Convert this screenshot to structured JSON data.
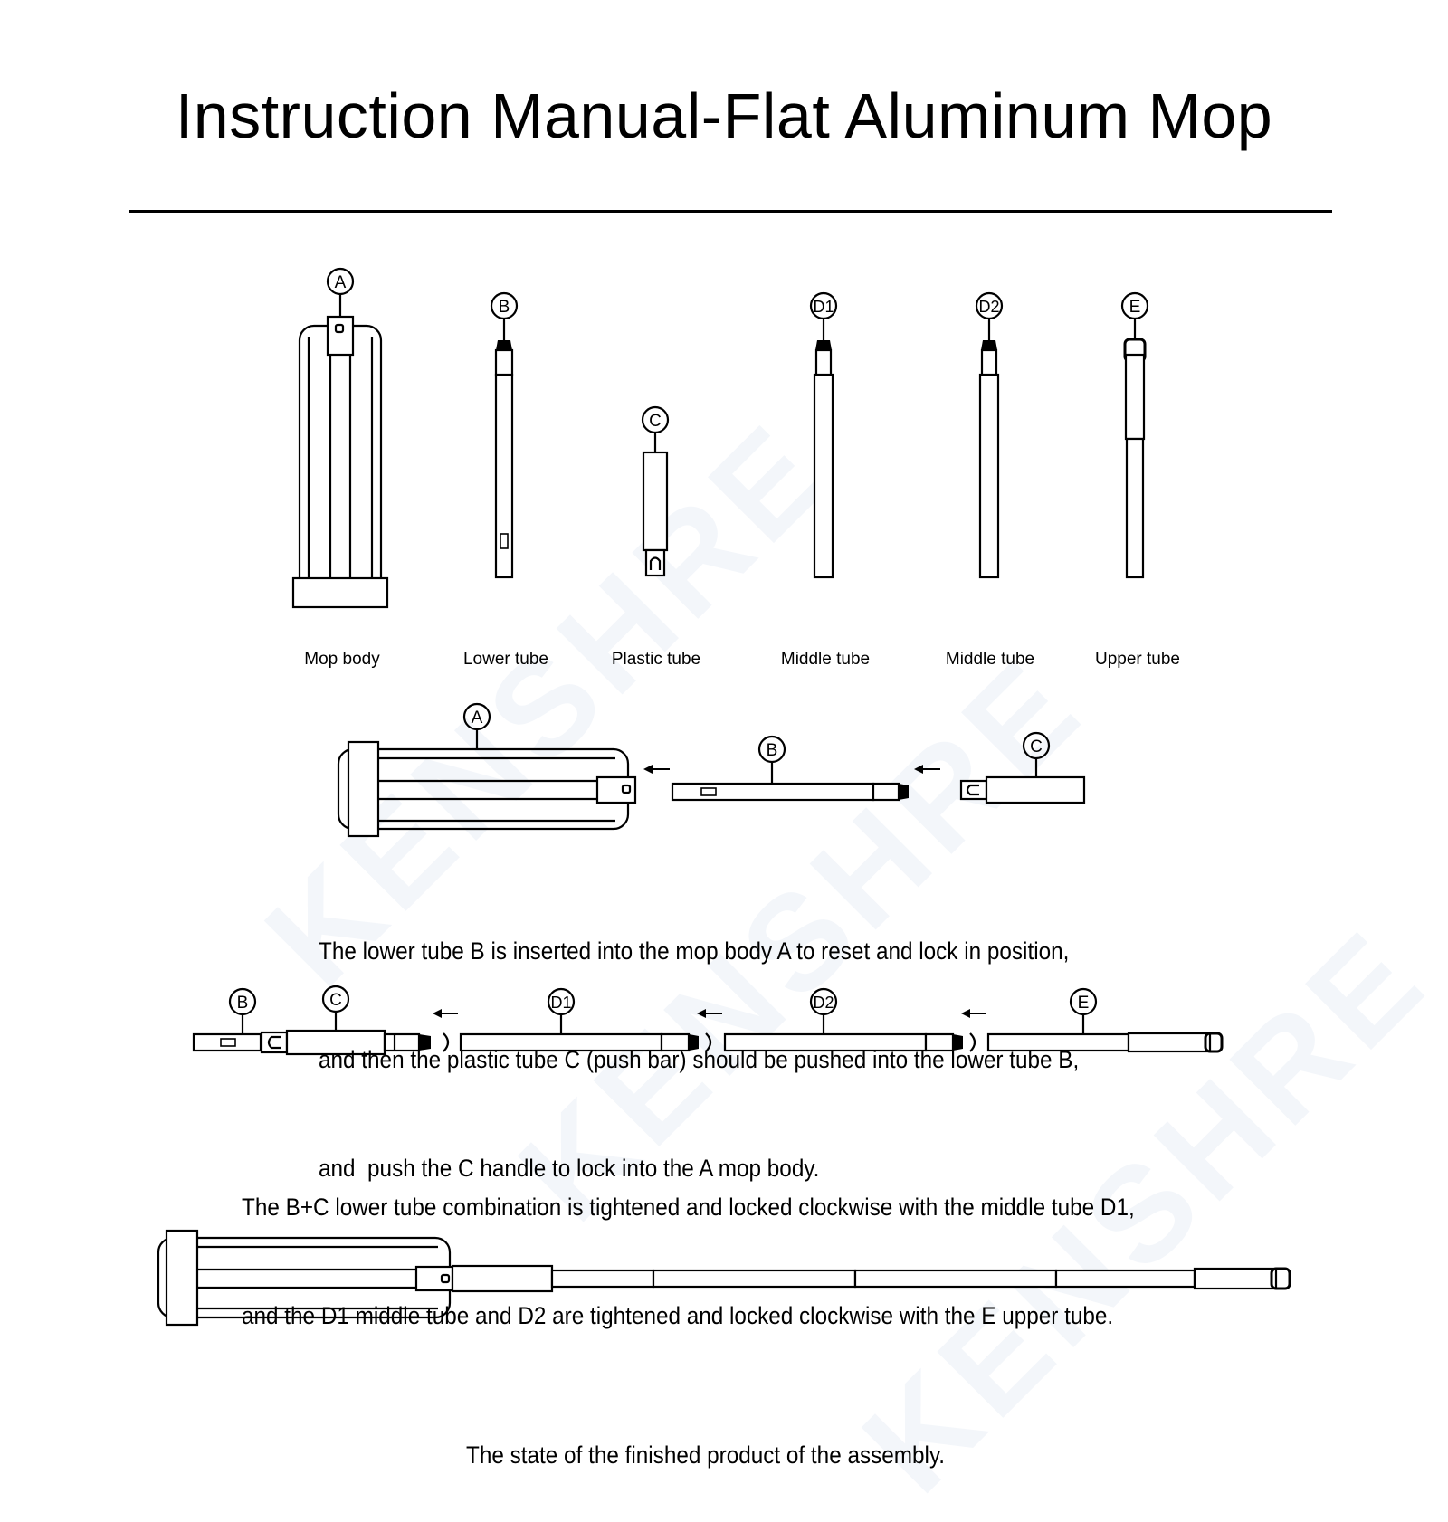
{
  "title": "Instruction Manual-Flat Aluminum Mop",
  "watermark": "KENSHRE",
  "parts": [
    {
      "id": "A",
      "name": "Mop body"
    },
    {
      "id": "B",
      "name": "Lower tube"
    },
    {
      "id": "C",
      "name": "Plastic tube"
    },
    {
      "id": "D1",
      "name": "Middle tube"
    },
    {
      "id": "D2",
      "name": "Middle tube"
    },
    {
      "id": "E",
      "name": "Upper tube"
    }
  ],
  "steps": [
    {
      "labels": [
        "A",
        "B",
        "C"
      ],
      "text_lines": [
        "The lower tube B is inserted into the mop body A to reset and lock in position,",
        "and then the plastic tube C (push bar) should be pushed into the lower tube B,",
        "and  push the C handle to lock into the A mop body."
      ]
    },
    {
      "labels": [
        "B",
        "C",
        "D1",
        "D2",
        "E"
      ],
      "text_lines": [
        "The B+C lower tube combination is tightened and locked clockwise with the middle tube D1,",
        "and the D1 middle tube and D2 are tightened and locked clockwise with the E upper tube."
      ]
    },
    {
      "text_lines": [
        "The state of the finished product of the assembly."
      ]
    }
  ]
}
